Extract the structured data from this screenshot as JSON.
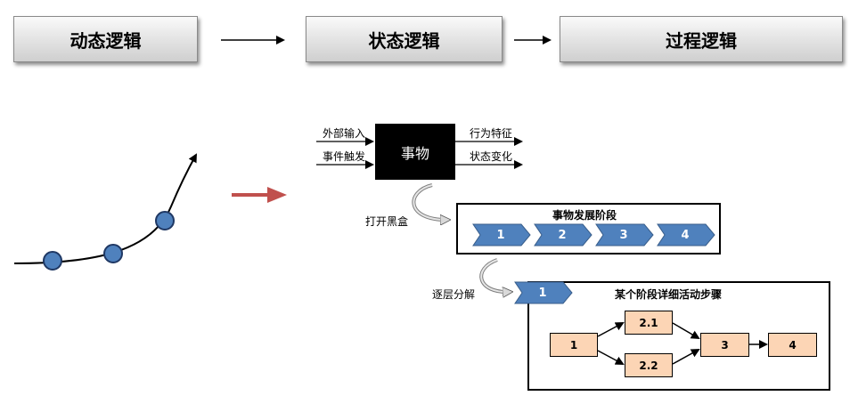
{
  "header": {
    "box1": "动态逻辑",
    "box2": "状态逻辑",
    "box3": "过程逻辑"
  },
  "blackbox": {
    "label": "事物",
    "input1": "外部输入",
    "input2": "事件触发",
    "output1": "行为特征",
    "output2": "状态变化"
  },
  "open_blackbox_label": "打开黑盒",
  "stage_panel": {
    "title": "事物发展阶段",
    "stages": [
      "1",
      "2",
      "3",
      "4"
    ]
  },
  "decompose_label": "逐层分解",
  "detail_panel": {
    "stage_tag": "1",
    "title": "某个阶段详细活动步骤",
    "steps": [
      "1",
      "2.1",
      "2.2",
      "3",
      "4"
    ]
  },
  "colors": {
    "chevron": "#4f81bd",
    "dot": "#4f81bd",
    "step_fill": "#fcd5b5",
    "red_arrow": "#c0504d"
  }
}
